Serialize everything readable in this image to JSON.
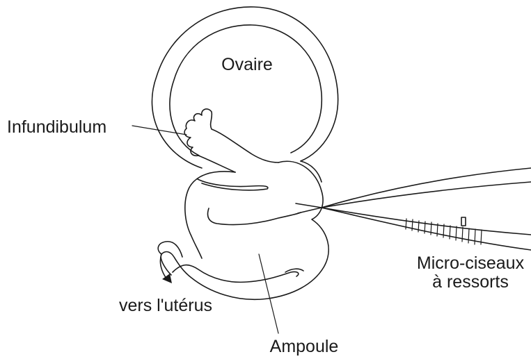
{
  "labels": {
    "ovary": "Ovaire",
    "infundibulum": "Infundibulum",
    "ampulla": "Ampoule",
    "towards_uterus": "vers l'utérus",
    "scissors_line1": "Micro-ciseaux",
    "scissors_line2": "à ressorts"
  },
  "colors": {
    "ink": "#1a1a1a",
    "background": "#ffffff"
  }
}
